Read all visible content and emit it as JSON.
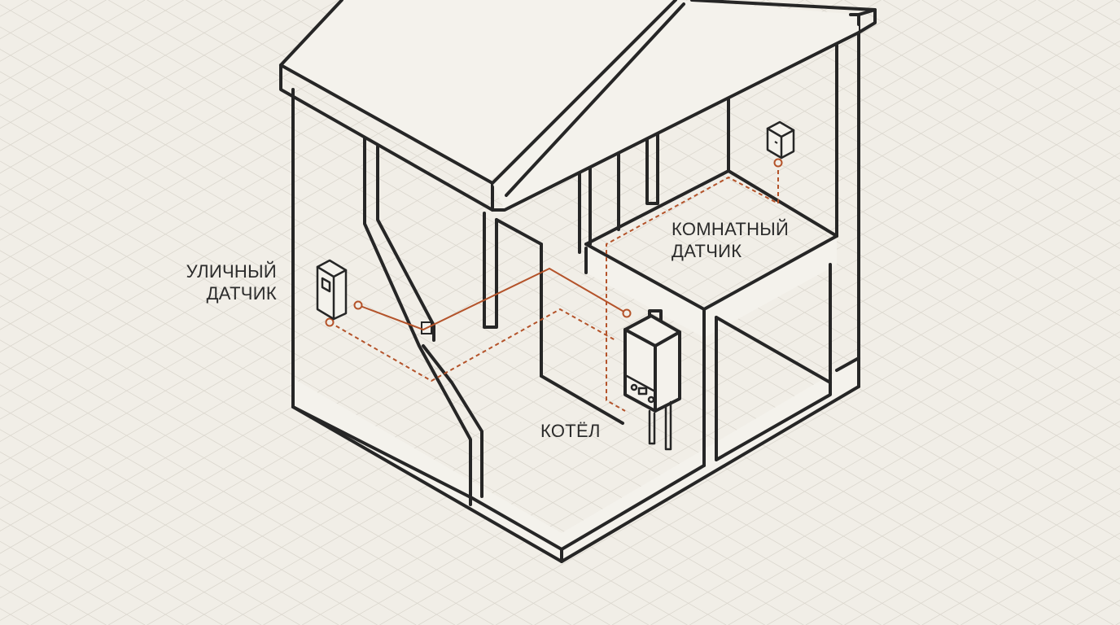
{
  "labels": {
    "outdoor_sensor_line1": "УЛИЧНЫЙ",
    "outdoor_sensor_line2": "ДАТЧИК",
    "room_sensor_line1": "КОМНАТНЫЙ",
    "room_sensor_line2": "ДАТЧИК",
    "boiler": "КОТЁЛ"
  },
  "colors": {
    "background": "#f1eee7",
    "line": "#262626",
    "wire": "#b4532a"
  },
  "icons": {
    "outdoor_sensor": "outdoor-sensor-icon",
    "room_sensor": "room-thermostat-icon",
    "boiler": "gas-boiler-icon"
  }
}
